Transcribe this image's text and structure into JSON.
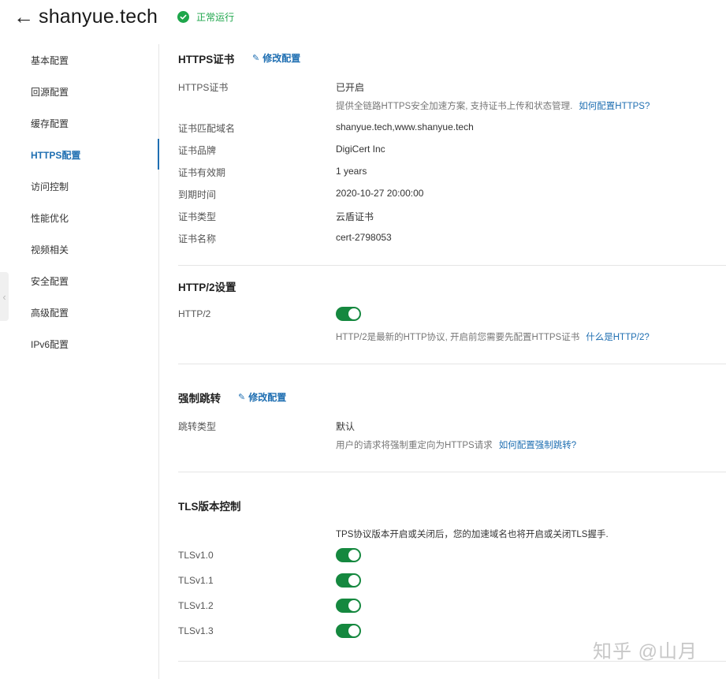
{
  "header": {
    "back_icon": "←",
    "title": "shanyue.tech",
    "status": {
      "icon": "check-circle-icon",
      "text": "正常运行",
      "color": "#1ea64b"
    }
  },
  "sidebar": {
    "items": [
      {
        "label": "基本配置",
        "active": false
      },
      {
        "label": "回源配置",
        "active": false
      },
      {
        "label": "缓存配置",
        "active": false
      },
      {
        "label": "HTTPS配置",
        "active": true
      },
      {
        "label": "访问控制",
        "active": false
      },
      {
        "label": "性能优化",
        "active": false
      },
      {
        "label": "视频相关",
        "active": false
      },
      {
        "label": "安全配置",
        "active": false
      },
      {
        "label": "高级配置",
        "active": false
      },
      {
        "label": "IPv6配置",
        "active": false
      }
    ],
    "collapse_icon": "‹"
  },
  "sections": {
    "https_cert": {
      "title": "HTTPS证书",
      "edit_label": "修改配置",
      "edit_icon": "✎",
      "rows": [
        {
          "label": "HTTPS证书",
          "value": "已开启"
        },
        {
          "label": "证书匹配域名",
          "value": "shanyue.tech,www.shanyue.tech"
        },
        {
          "label": "证书品牌",
          "value": "DigiCert Inc"
        },
        {
          "label": "证书有效期",
          "value": "1 years"
        },
        {
          "label": "到期时间",
          "value": "2020-10-27 20:00:00"
        },
        {
          "label": "证书类型",
          "value": "云盾证书"
        },
        {
          "label": "证书名称",
          "value": "cert-2798053"
        }
      ],
      "hint": "提供全链路HTTPS安全加速方案, 支持证书上传和状态管理.",
      "hint_link": "如何配置HTTPS?"
    },
    "http2": {
      "title": "HTTP/2设置",
      "label": "HTTP/2",
      "enabled": true,
      "hint": "HTTP/2是最新的HTTP协议, 开启前您需要先配置HTTPS证书",
      "hint_link": "什么是HTTP/2?"
    },
    "force_redirect": {
      "title": "强制跳转",
      "edit_label": "修改配置",
      "edit_icon": "✎",
      "label": "跳转类型",
      "value": "默认",
      "hint": "用户的请求将强制重定向为HTTPS请求",
      "hint_link": "如何配置强制跳转?"
    },
    "tls": {
      "title": "TLS版本控制",
      "hint": "TPS协议版本开启或关闭后，您的加速域名也将开启或关闭TLS握手.",
      "versions": [
        {
          "label": "TLSv1.0",
          "enabled": true
        },
        {
          "label": "TLSv1.1",
          "enabled": true
        },
        {
          "label": "TLSv1.2",
          "enabled": true
        },
        {
          "label": "TLSv1.3",
          "enabled": true
        }
      ]
    }
  },
  "colors": {
    "accent": "#1f6fb2",
    "toggle_on": "#15883f",
    "status_green": "#1ea64b"
  },
  "watermark": "知乎 @山月"
}
